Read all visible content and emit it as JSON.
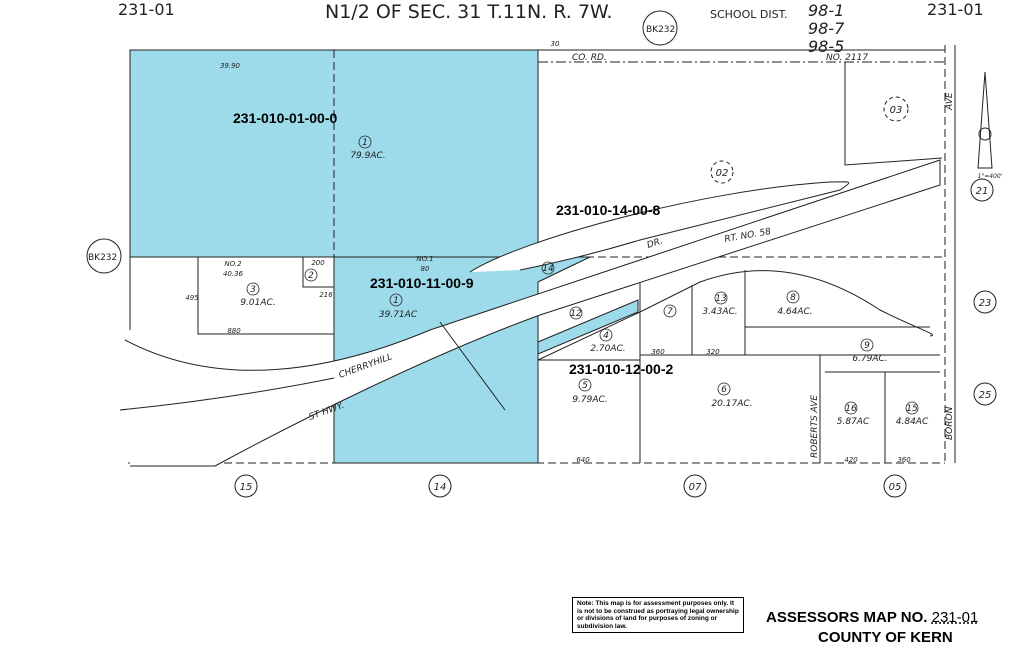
{
  "header": {
    "map_left": "231-01",
    "map_right": "231-01",
    "section": "N1/2 OF SEC. 31 T.11N. R. 7W.",
    "book_ref": "BK232",
    "school_dist_label": "SCHOOL DIST.",
    "school_districts": [
      "98-1",
      "98-7",
      "98-5"
    ]
  },
  "roads": {
    "co_rd": "CO. RD.",
    "co_rd_no": "NO. 2117",
    "cherryhill": "CHERRYHILL",
    "dr": "DR.",
    "rt": "RT. NO. 58",
    "st_hwy": "ST HWY.",
    "roberts": "ROBERTS AVE",
    "boron": "BORON",
    "ave": "AVE"
  },
  "apns": [
    "231-010-01-00-0",
    "231-010-14-00-8",
    "231-010-11-00-9",
    "231-010-12-00-2"
  ],
  "parcels": [
    {
      "no": "1",
      "area": "79.9AC."
    },
    {
      "no": "3",
      "area": "9.01AC."
    },
    {
      "no": "2",
      "area": ""
    },
    {
      "no": "1",
      "area": "39.71AC"
    },
    {
      "no": "4",
      "area": "2.70AC."
    },
    {
      "no": "5",
      "area": "9.79AC."
    },
    {
      "no": "6",
      "area": "20.17AC."
    },
    {
      "no": "7",
      "area": ""
    },
    {
      "no": "13",
      "area": "3.43AC."
    },
    {
      "no": "8",
      "area": "4.64AC."
    },
    {
      "no": "9",
      "area": "6.79AC."
    },
    {
      "no": "16",
      "area": "5.87AC"
    },
    {
      "no": "15",
      "area": "4.84AC"
    },
    {
      "no": "12",
      "area": ""
    },
    {
      "no": "14",
      "area": ""
    }
  ],
  "adjacent": [
    "03",
    "02",
    "21",
    "23",
    "25",
    "15",
    "14",
    "07",
    "05"
  ],
  "dims": {
    "d3990": "39.90",
    "no2": "NO.2",
    "d4036": "40.36",
    "no1": "NO.1",
    "d80": "80",
    "d200": "200",
    "d216": "216",
    "d495": "495",
    "d880": "880",
    "d360": "360",
    "d320": "320",
    "d640": "640",
    "d420": "420",
    "d360b": "360",
    "d30": "30"
  },
  "scale": "1\"=400'",
  "note": "Note: This map is for assessment purposes only. It is not to be construed as portraying legal ownership or divisions of land for purposes of zoning or subdivision law.",
  "footer": {
    "map_no_label": "ASSESSORS MAP NO.",
    "map_no": "231-01",
    "county": "COUNTY OF KERN"
  },
  "colors": {
    "highlight": "#9ddbeb"
  }
}
